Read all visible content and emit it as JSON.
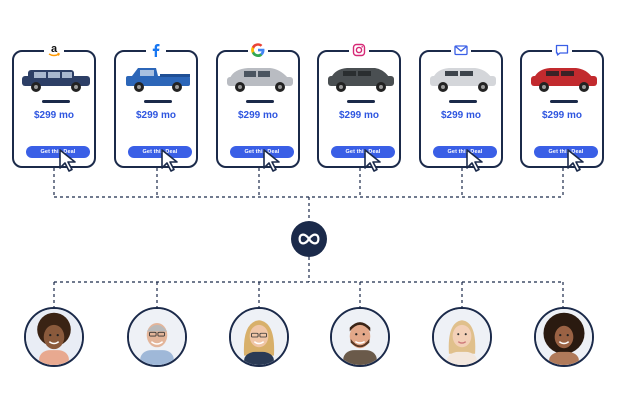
{
  "cards": [
    {
      "channel_icon": "amazon-icon",
      "price": "$299 mo",
      "cta": "Get this Deal",
      "car_color": "#2d3f66"
    },
    {
      "channel_icon": "facebook-icon",
      "price": "$299 mo",
      "cta": "Get this Deal",
      "car_color": "#2c66b8"
    },
    {
      "channel_icon": "google-icon",
      "price": "$299 mo",
      "cta": "Get this Deal",
      "car_color": "#b9bcc2"
    },
    {
      "channel_icon": "instagram-icon",
      "price": "$299 mo",
      "cta": "Get this Deal",
      "car_color": "#4a4f52"
    },
    {
      "channel_icon": "email-icon",
      "price": "$299 mo",
      "cta": "Get this Deal",
      "car_color": "#d4d6da"
    },
    {
      "channel_icon": "sms-icon",
      "price": "$299 mo",
      "cta": "Get this Deal",
      "car_color": "#c22a2e"
    }
  ],
  "hub_icon": "infinity-icon",
  "audience_count": 6,
  "colors": {
    "navy": "#1b2a4a",
    "accent": "#3a5fe6",
    "price": "#2f56e0"
  }
}
